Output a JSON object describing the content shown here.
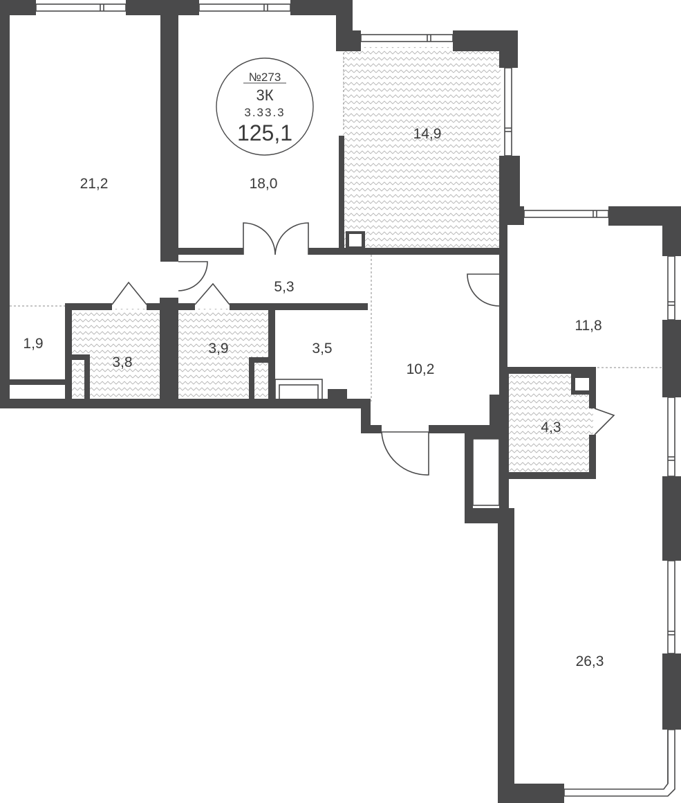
{
  "apartment": {
    "number": "№273",
    "type": "3К",
    "section": "3.33.3",
    "total_area": "125,1"
  },
  "rooms": [
    {
      "id": "bedroom-left",
      "label": "21,2"
    },
    {
      "id": "bedroom-middle",
      "label": "18,0"
    },
    {
      "id": "bathroom-top",
      "label": "14,9"
    },
    {
      "id": "corridor",
      "label": "5,3"
    },
    {
      "id": "niche",
      "label": "1,9"
    },
    {
      "id": "bathroom-1",
      "label": "3,8"
    },
    {
      "id": "bathroom-2",
      "label": "3,9"
    },
    {
      "id": "laundry",
      "label": "3,5"
    },
    {
      "id": "hall",
      "label": "10,2"
    },
    {
      "id": "kitchen",
      "label": "11,8"
    },
    {
      "id": "wc",
      "label": "4,3"
    },
    {
      "id": "living-room",
      "label": "26,3"
    }
  ],
  "colors": {
    "wall": "#4a4a4b",
    "text": "#3a3a3a",
    "wet_zone_pattern": "#b5b5b5"
  }
}
